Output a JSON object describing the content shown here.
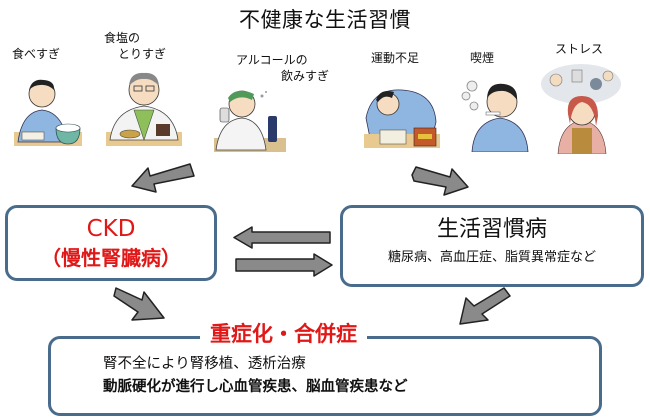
{
  "header": {
    "title": "不健康な生活習慣"
  },
  "habits": [
    {
      "id": "overeating",
      "label_lines": [
        "食べすぎ"
      ],
      "icon": "overeating-illustration"
    },
    {
      "id": "salt",
      "label_lines": [
        "食塩の",
        "とりすぎ"
      ],
      "icon": "salt-intake-illustration"
    },
    {
      "id": "alcohol",
      "label_lines": [
        "アルコールの",
        "飲みすぎ"
      ],
      "icon": "alcohol-illustration"
    },
    {
      "id": "exercise",
      "label_lines": [
        "運動不足"
      ],
      "icon": "lack-of-exercise-illustration"
    },
    {
      "id": "smoking",
      "label_lines": [
        "喫煙"
      ],
      "icon": "smoking-illustration"
    },
    {
      "id": "stress",
      "label_lines": [
        "ストレス"
      ],
      "icon": "stress-illustration"
    }
  ],
  "ckd_box": {
    "title": "CKD",
    "subtitle": "（慢性腎臓病）"
  },
  "lifestyle_box": {
    "title": "生活習慣病",
    "subtitle": "糖尿病、高血圧症、脂質異常症など"
  },
  "severity_box": {
    "title": "重症化・合併症",
    "lines": [
      "腎不全により腎移植、透析治療",
      "動脈硬化が進行し心血管疾患、脳血管疾患など"
    ]
  },
  "arrows": [
    {
      "id": "habits-to-ckd",
      "direction": "down-left"
    },
    {
      "id": "habits-to-lifestyle",
      "direction": "down-right"
    },
    {
      "id": "lifestyle-to-ckd",
      "direction": "left"
    },
    {
      "id": "ckd-to-lifestyle",
      "direction": "right"
    },
    {
      "id": "ckd-to-severity",
      "direction": "down-right"
    },
    {
      "id": "lifestyle-to-severity",
      "direction": "down-left"
    }
  ],
  "colors": {
    "accent_red": "#e01818",
    "box_border": "#4a6c8c",
    "arrow_fill": "#8a8a8a",
    "arrow_stroke": "#222222"
  }
}
